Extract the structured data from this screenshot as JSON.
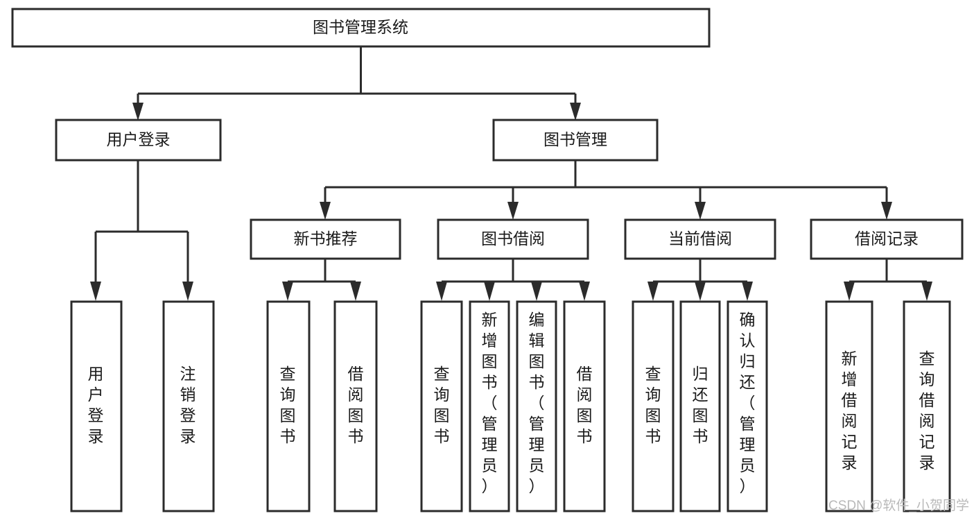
{
  "diagram": {
    "title": "图书管理系统",
    "type": "tree-hierarchy",
    "orientation": "top-down",
    "root": {
      "id": "root",
      "label": "图书管理系统"
    },
    "level2": [
      {
        "id": "user-login",
        "label": "用户登录"
      },
      {
        "id": "book-manage",
        "label": "图书管理"
      }
    ],
    "level3": [
      {
        "id": "new-book-rec",
        "label": "新书推荐",
        "parent": "book-manage"
      },
      {
        "id": "book-borrow",
        "label": "图书借阅",
        "parent": "book-manage"
      },
      {
        "id": "current-borrow",
        "label": "当前借阅",
        "parent": "book-manage"
      },
      {
        "id": "borrow-record",
        "label": "借阅记录",
        "parent": "book-manage"
      }
    ],
    "leaves": [
      {
        "id": "leaf-user-login",
        "label": "用户登录",
        "parent": "user-login"
      },
      {
        "id": "leaf-logout",
        "label": "注销登录",
        "parent": "user-login"
      },
      {
        "id": "leaf-query-book-1",
        "label": "查询图书",
        "parent": "new-book-rec"
      },
      {
        "id": "leaf-borrow-book-1",
        "label": "借阅图书",
        "parent": "new-book-rec"
      },
      {
        "id": "leaf-query-book-2",
        "label": "查询图书",
        "parent": "book-borrow"
      },
      {
        "id": "leaf-add-book",
        "label": "新增图书（管理员）",
        "parent": "book-borrow"
      },
      {
        "id": "leaf-edit-book",
        "label": "编辑图书（管理员）",
        "parent": "book-borrow"
      },
      {
        "id": "leaf-borrow-book-2",
        "label": "借阅图书",
        "parent": "book-borrow"
      },
      {
        "id": "leaf-query-book-3",
        "label": "查询图书",
        "parent": "current-borrow"
      },
      {
        "id": "leaf-return-book",
        "label": "归还图书",
        "parent": "current-borrow"
      },
      {
        "id": "leaf-confirm-return",
        "label": "确认归还（管理员）",
        "parent": "current-borrow"
      },
      {
        "id": "leaf-add-record",
        "label": "新增借阅记录",
        "parent": "borrow-record"
      },
      {
        "id": "leaf-query-record",
        "label": "查询借阅记录",
        "parent": "borrow-record"
      }
    ]
  },
  "watermark": {
    "text": "CSDN @软件_小贺同学"
  },
  "colors": {
    "stroke": "#2b2b2b",
    "fill": "#ffffff",
    "text": "#1a1a1a",
    "watermark": "#b9b9b9"
  }
}
